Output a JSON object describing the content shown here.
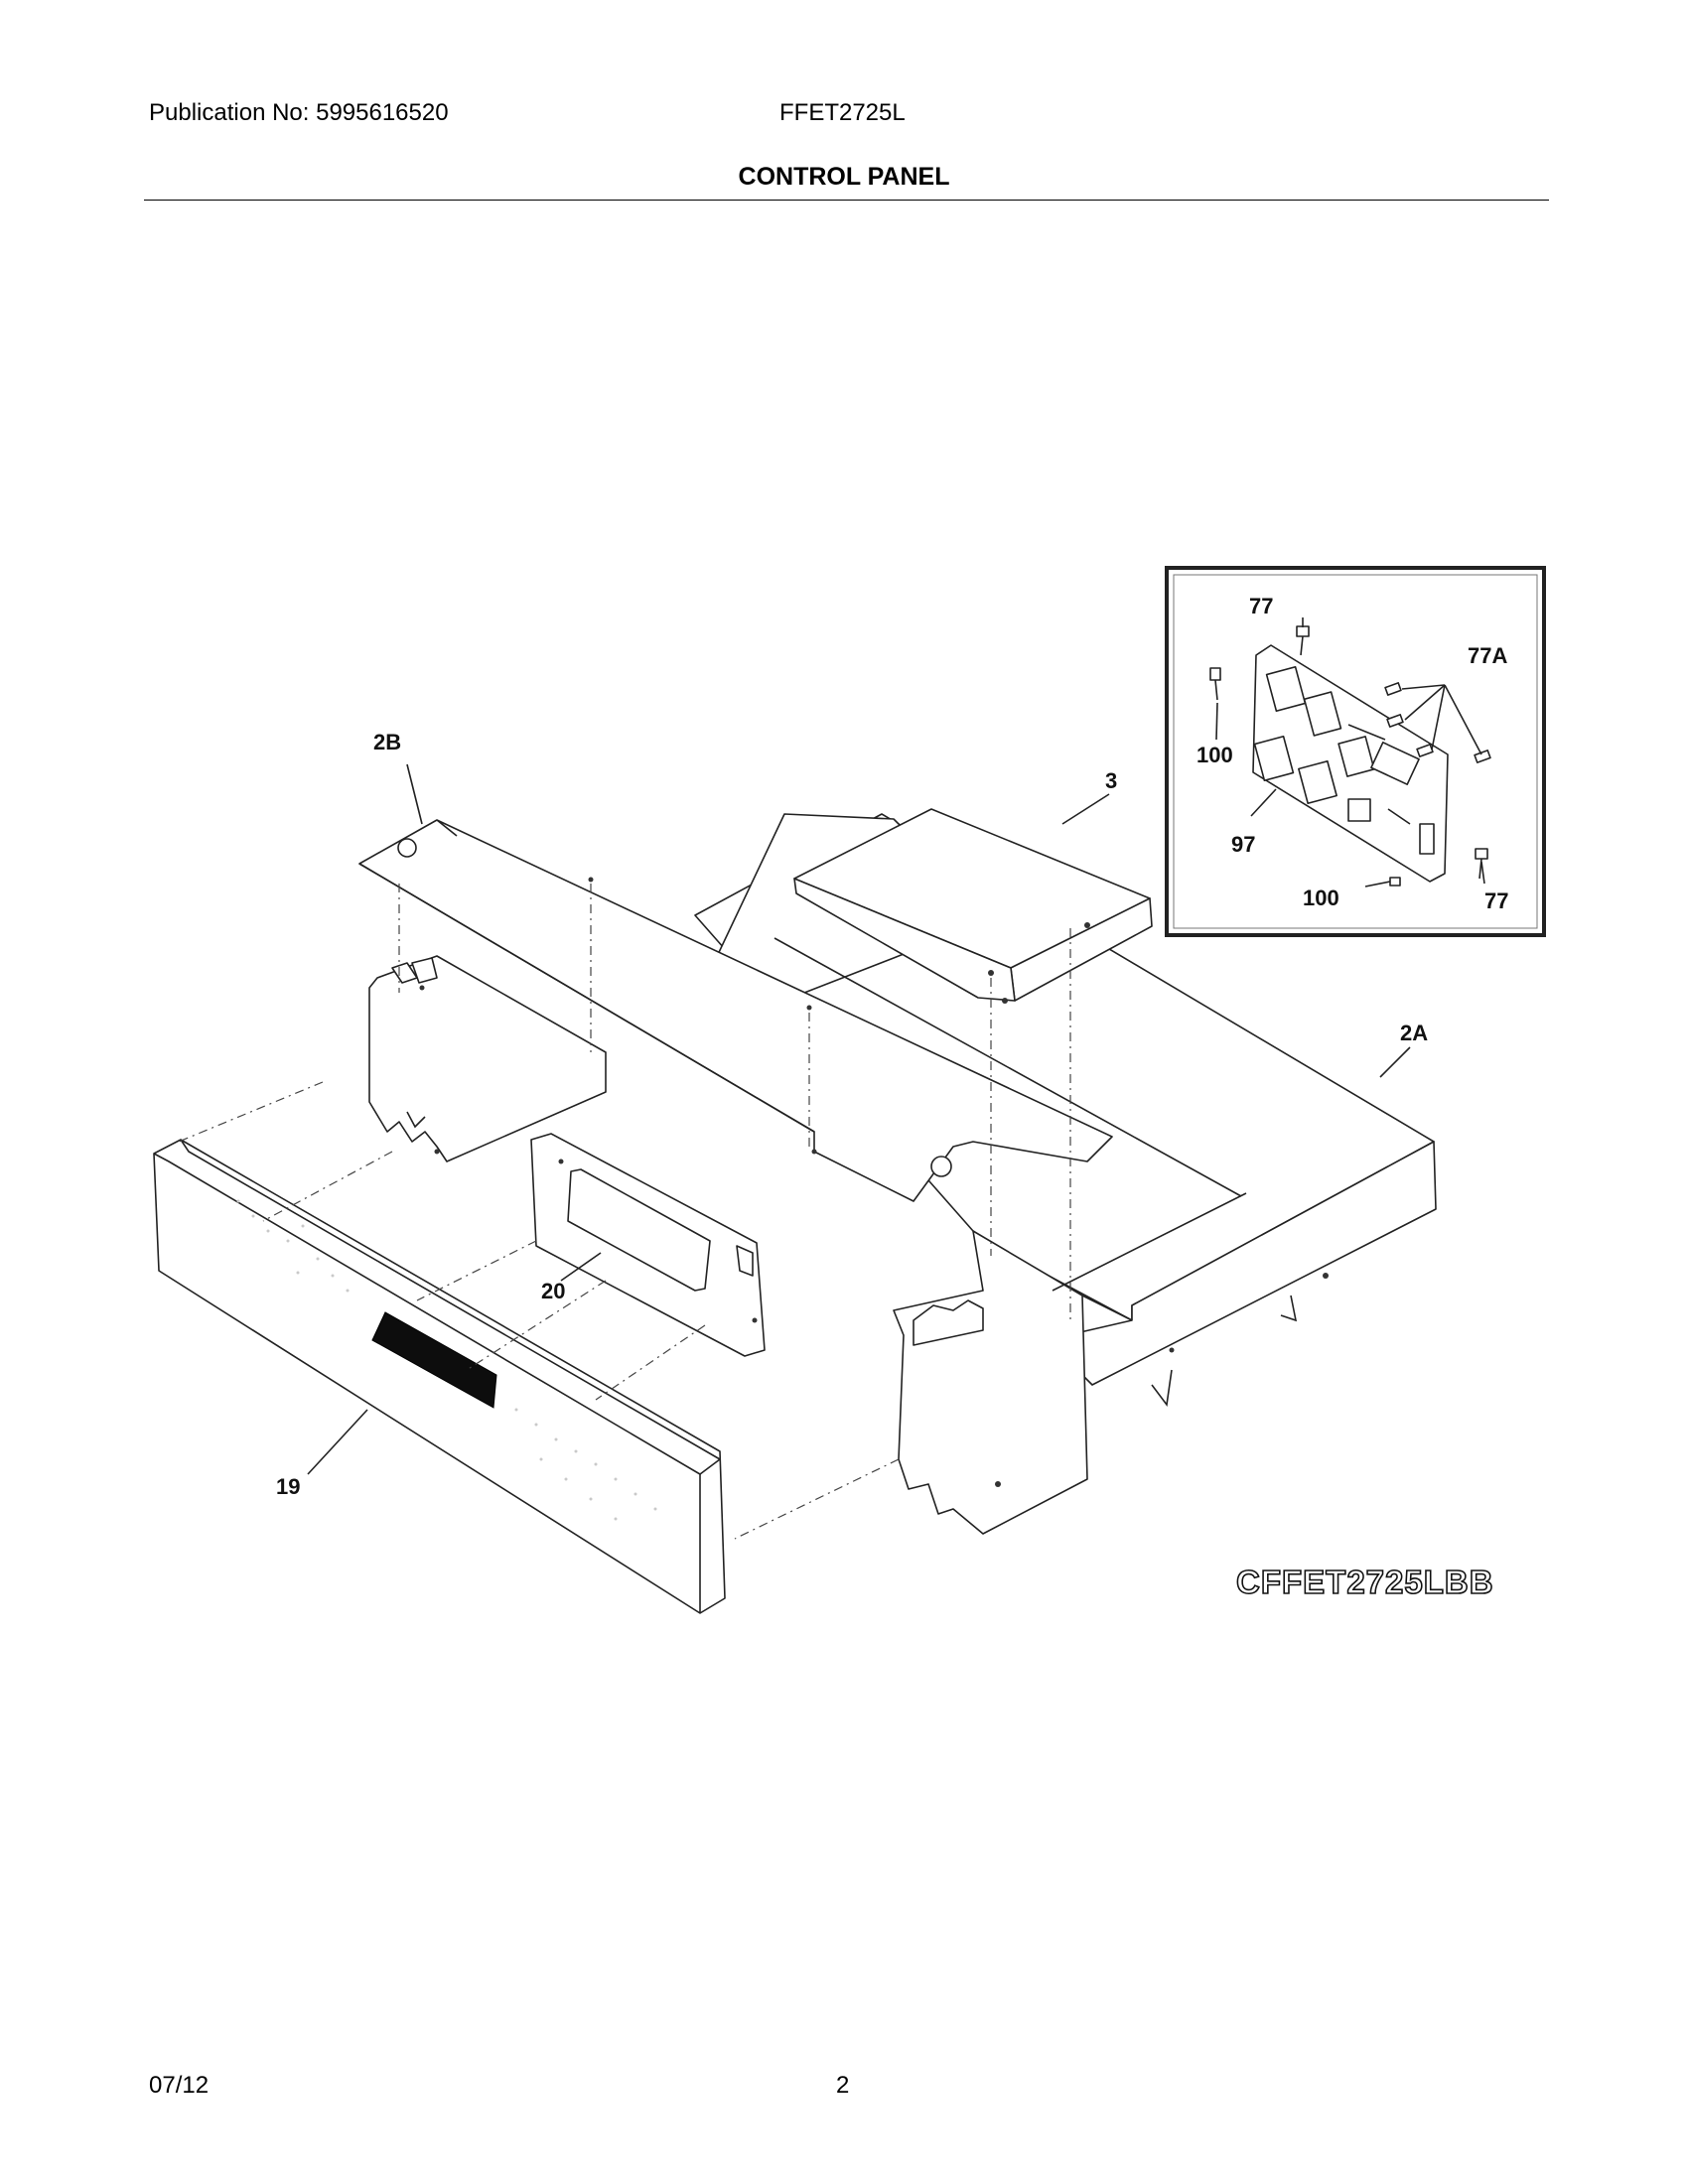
{
  "header": {
    "publication": "Publication No: 5995616520",
    "model": "FFET2725L",
    "section_title": "CONTROL PANEL"
  },
  "diagram": {
    "callouts": {
      "c2b": "2B",
      "c3": "3",
      "c2a": "2A",
      "c20": "20",
      "c19": "19",
      "c77_top": "77",
      "c77a": "77A",
      "c100_left": "100",
      "c97": "97",
      "c100_bottom": "100",
      "c77_bottom": "77"
    },
    "diagram_code": "CFFET2725LBB"
  },
  "footer": {
    "date": "07/12",
    "page": "2"
  }
}
